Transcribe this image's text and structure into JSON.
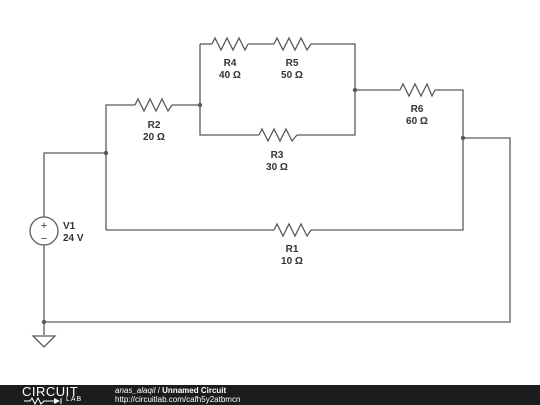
{
  "circuit": {
    "components": [
      {
        "id": "R4",
        "value": "40 Ω"
      },
      {
        "id": "R5",
        "value": "50 Ω"
      },
      {
        "id": "R6",
        "value": "60 Ω"
      },
      {
        "id": "R2",
        "value": "20 Ω"
      },
      {
        "id": "R3",
        "value": "30 Ω"
      },
      {
        "id": "R1",
        "value": "10 Ω"
      },
      {
        "id": "V1",
        "value": "24 V"
      }
    ],
    "source_plus": "+",
    "source_minus": "−"
  },
  "footer": {
    "logo_top": "CIRCUIT",
    "logo_bottom": "LAB",
    "user": "anas_alaqil",
    "separator": " / ",
    "title": "Unnamed Circuit",
    "url": "http://circuitlab.com/cafh5y2atbmcn"
  },
  "colors": {
    "wire": "#5a5a5a",
    "label": "#333333",
    "footer_bg": "#1c1c1c"
  }
}
